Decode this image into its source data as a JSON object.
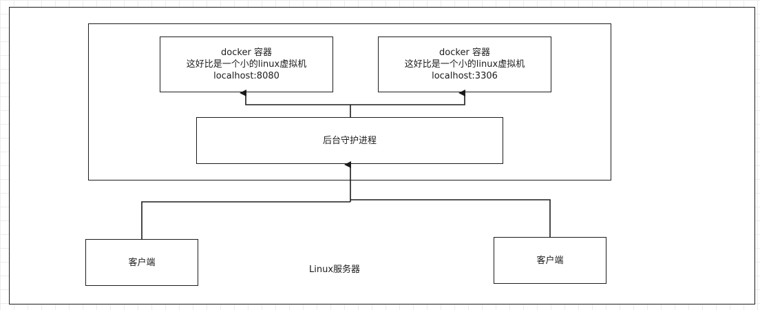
{
  "server": {
    "label": "Linux服务器"
  },
  "containers": [
    {
      "title": "docker 容器",
      "desc": "这好比是一个小的linux虚拟机",
      "address": "localhost:8080"
    },
    {
      "title": "docker 容器",
      "desc": "这好比是一个小的linux虚拟机",
      "address": "localhost:3306"
    }
  ],
  "daemon": {
    "label": "后台守护进程"
  },
  "clients": [
    {
      "label": "客户端"
    },
    {
      "label": "客户端"
    }
  ],
  "colors": {
    "line": "#1a1a1a",
    "grid": "#ececec",
    "fill": "#ffffff"
  }
}
